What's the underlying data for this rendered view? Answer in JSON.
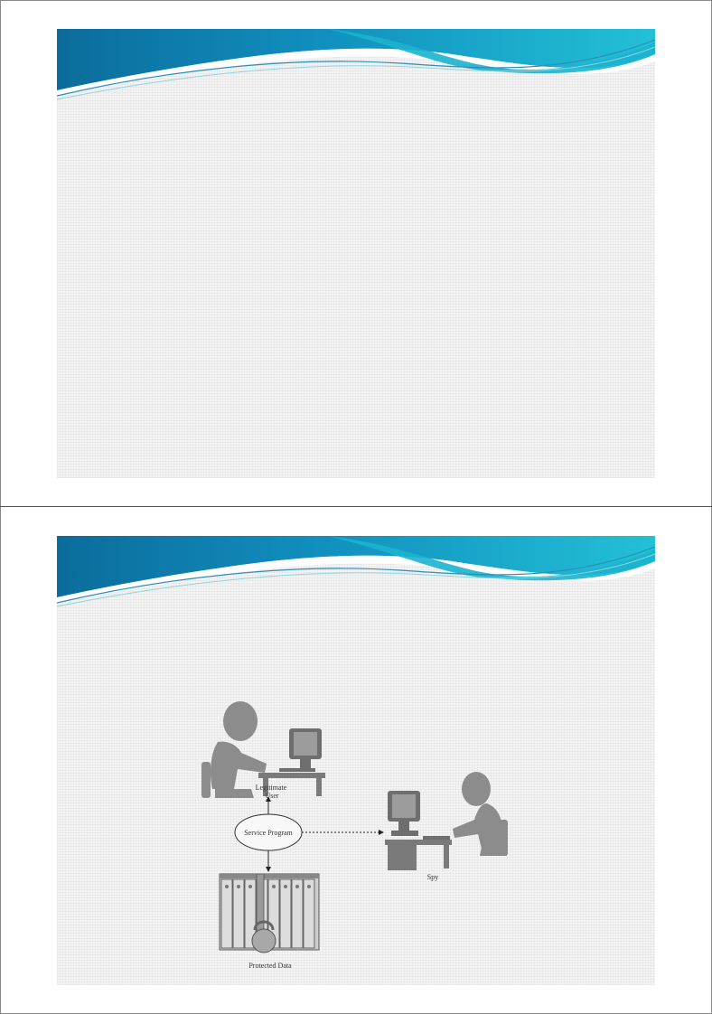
{
  "slides": [
    {
      "id": "slide-1",
      "content": ""
    },
    {
      "id": "slide-2"
    }
  ],
  "diagram": {
    "nodes": {
      "legitimate_user": "Legitimate\nUser",
      "service_program": "Service Program",
      "spy": "Spy",
      "protected_data": "Protected Data"
    },
    "colors": {
      "banner_dark": "#0a6f9e",
      "banner_light": "#27c3d6",
      "figure_gray": "#8c8c8c"
    }
  }
}
